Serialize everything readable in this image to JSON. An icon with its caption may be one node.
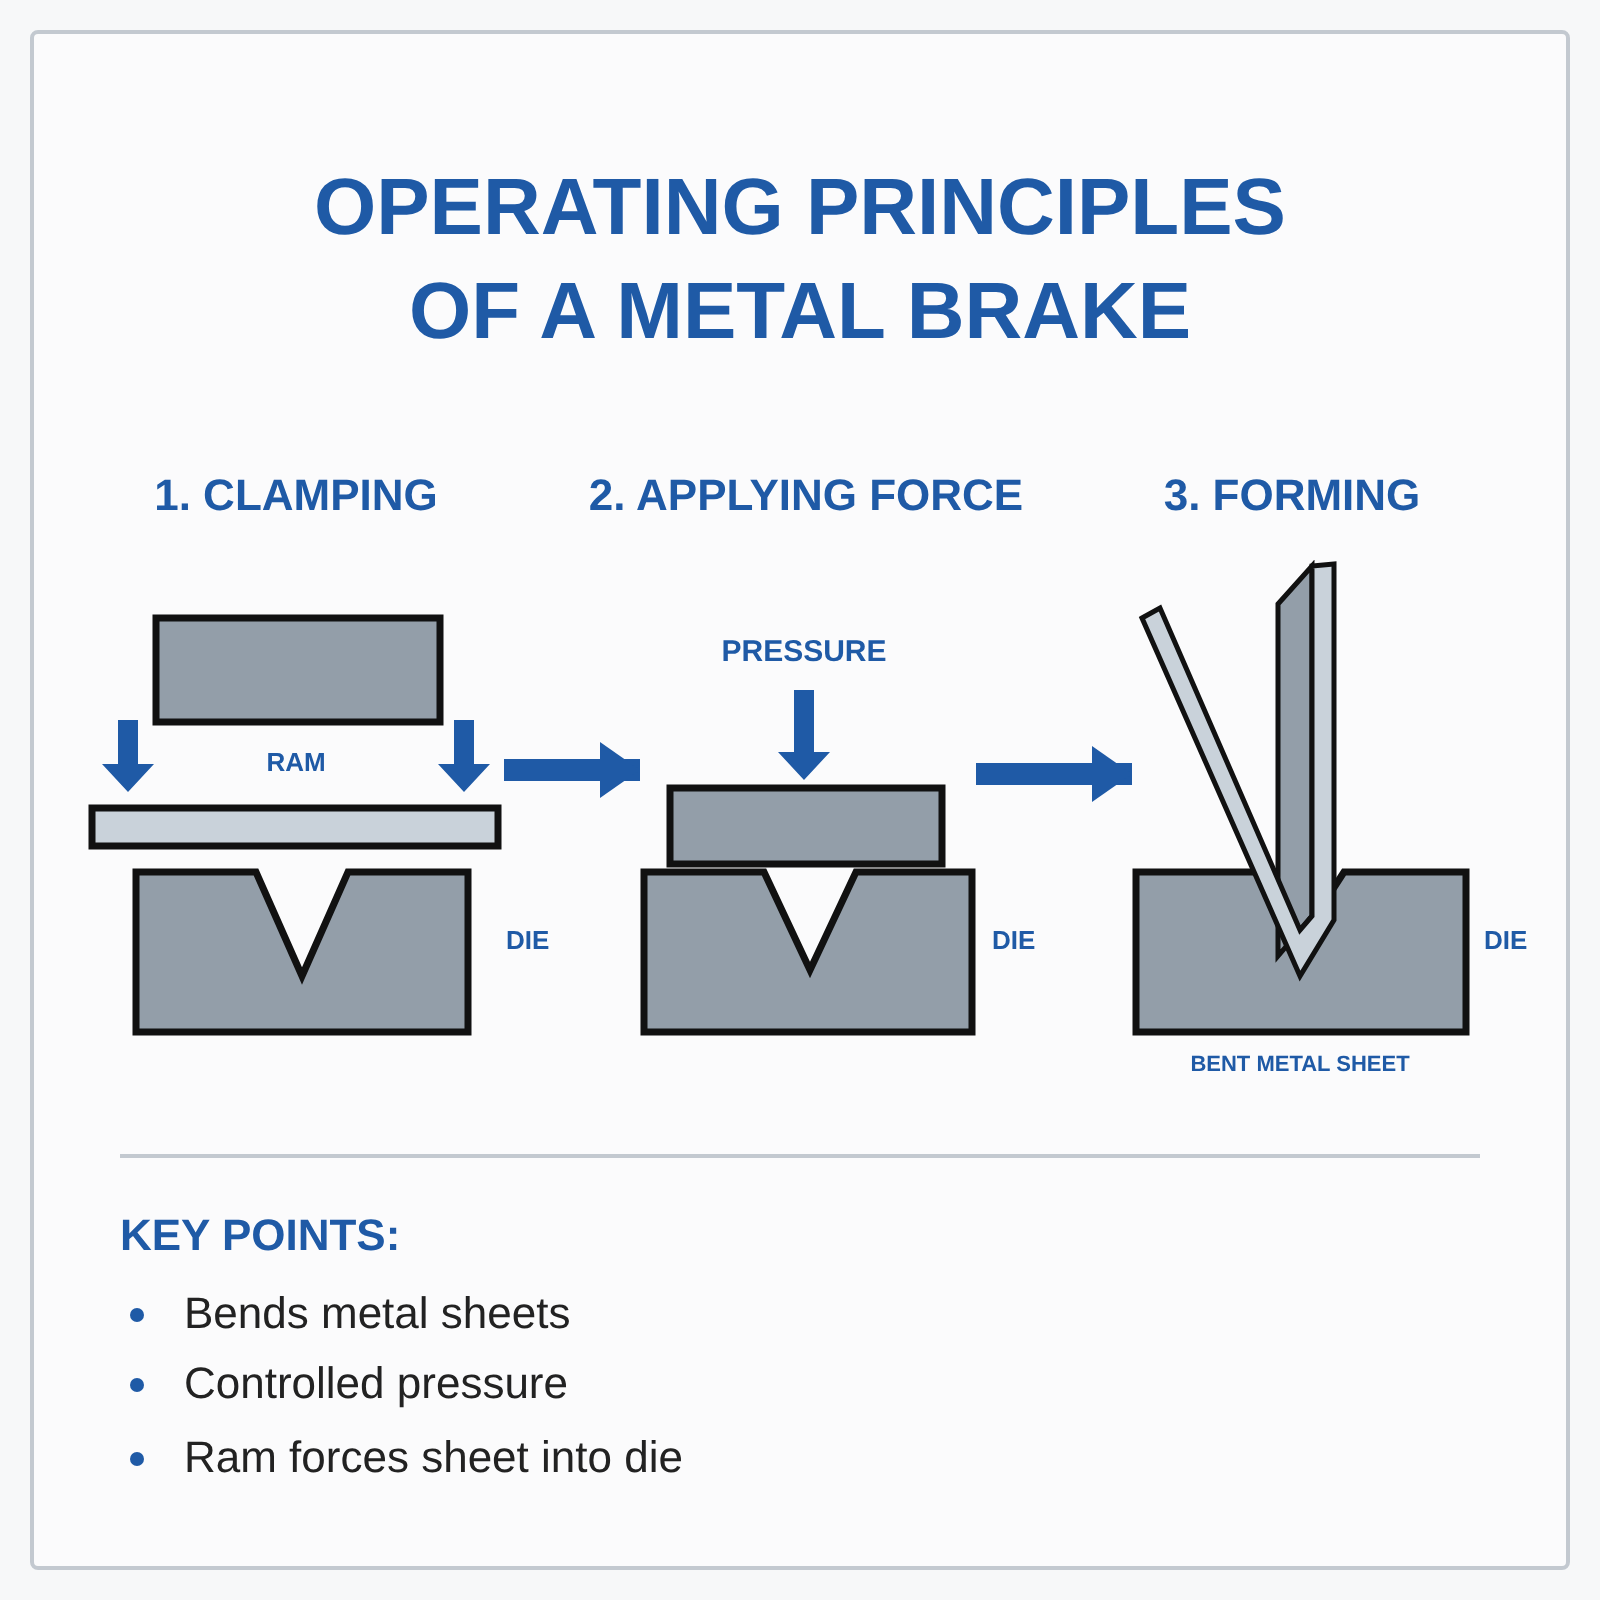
{
  "diagram": {
    "title": "OPERATING PRINCIPLES OF A METAL BRAKE",
    "nodes": [
      {
        "text": [],
        "shape": "picture",
        "beside": [
          "1. CLAMPING",
          "DIE"
        ]
      },
      {
        "text": [],
        "shape": "picture",
        "beside": [
          "2. APPLYING FORCE",
          "PRESSURE",
          "DIE"
        ]
      },
      {
        "text": [],
        "shape": "picture",
        "beside": [
          "3. FORMING",
          "DIE",
          "BENT METAL SHEET"
        ]
      }
    ],
    "edges": [
      {
        "from": 0,
        "to": 1,
        "arrow": "to"
      },
      {
        "from": 1,
        "to": 2,
        "arrow": "to"
      }
    ],
    "labels": [
      "RAM",
      "KEY POINTS:",
      "Bends metal sheets",
      "Controlled pressure",
      "Ram forces sheet into die"
    ]
  }
}
